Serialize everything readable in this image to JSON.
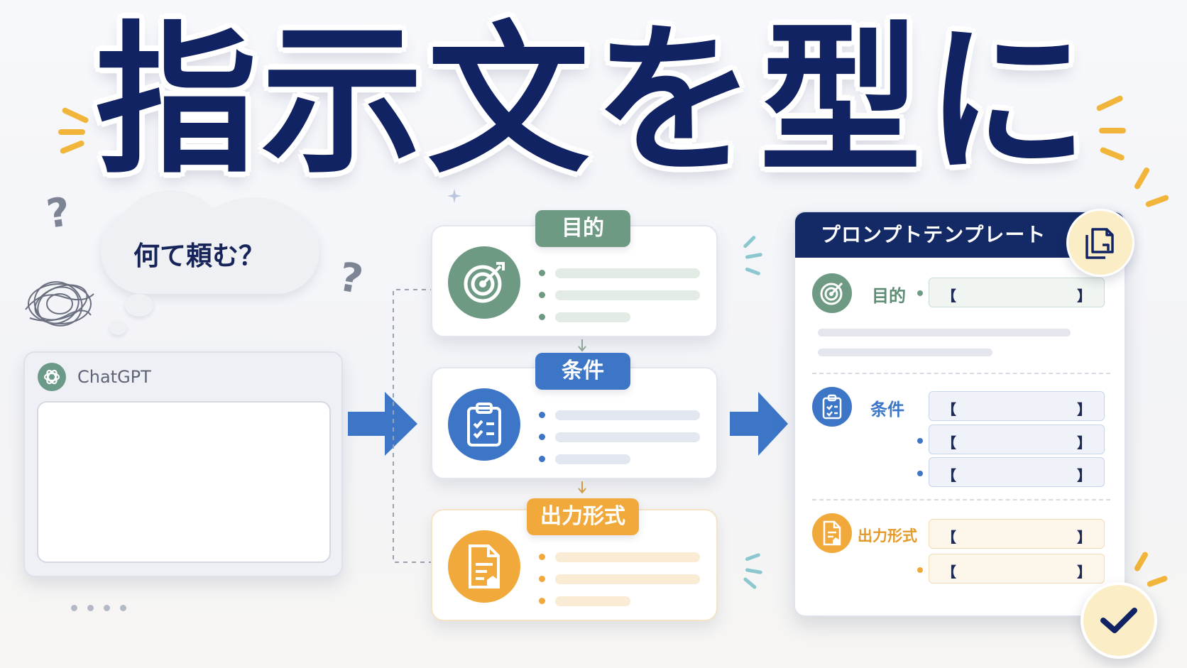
{
  "title": "指示文を型に",
  "question": {
    "text": "何て頼む？",
    "marks": [
      "?",
      "?"
    ]
  },
  "chatgpt": {
    "name": "ChatGPT",
    "input_value": ""
  },
  "steps": [
    {
      "label": "目的",
      "icon": "target-icon",
      "color": "#6e9a84",
      "line_color": "#e3ebe5"
    },
    {
      "label": "条件",
      "icon": "clipboard-checklist-icon",
      "color": "#3d76c7",
      "line_color": "#e2e7f0"
    },
    {
      "label": "出力形式",
      "icon": "document-icon",
      "color": "#f0a93a",
      "line_color": "#faebd5"
    }
  ],
  "template": {
    "title": "プロンプトテンプレート",
    "sections": [
      {
        "label": "目的",
        "fields": [
          "【",
          "】"
        ]
      },
      {
        "label": "条件",
        "fields": [
          "【",
          "】"
        ]
      },
      {
        "label": "出力形式",
        "fields": [
          "【",
          "】"
        ]
      }
    ]
  },
  "colors": {
    "navy": "#122364",
    "green": "#6e9a84",
    "blue": "#3d76c7",
    "orange": "#f0a93a",
    "arrow": "#3d76c7"
  }
}
